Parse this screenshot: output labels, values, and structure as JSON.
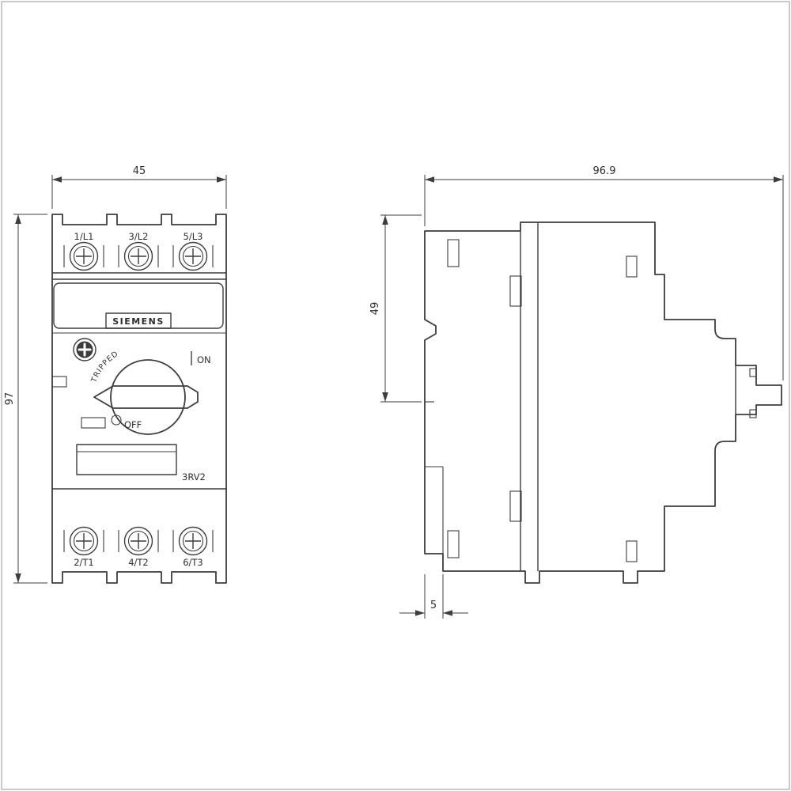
{
  "brand": "SIEMENS",
  "model": "3RV2",
  "terminals": {
    "top": [
      "1/L1",
      "3/L2",
      "5/L3"
    ],
    "bottom": [
      "2/T1",
      "4/T2",
      "6/T3"
    ]
  },
  "switch": {
    "tripped": "TRIPPED",
    "on": "ON",
    "off": "OFF"
  },
  "dimensions": {
    "width_mm": "45",
    "height_mm": "97",
    "depth_mm": "96.9",
    "rail_offset_mm": "49",
    "clip_mm": "5"
  }
}
